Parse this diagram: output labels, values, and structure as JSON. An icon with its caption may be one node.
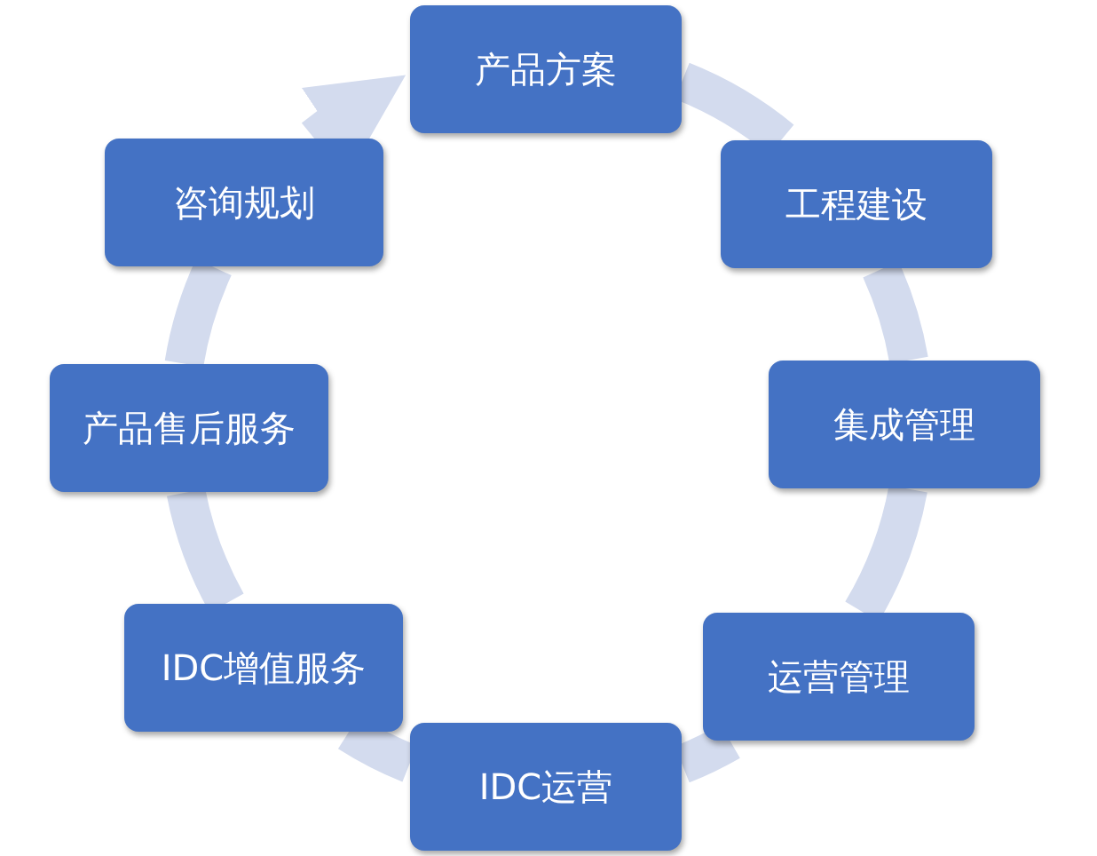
{
  "diagram": {
    "nodes": [
      {
        "text": [
          "产品方案"
        ]
      },
      {
        "text": [
          "工程建设"
        ]
      },
      {
        "text": [
          "集成管理"
        ]
      },
      {
        "text": [
          "运营管理"
        ]
      },
      {
        "text": [
          "IDC运营"
        ]
      },
      {
        "text": [
          "IDC增值服务"
        ]
      },
      {
        "text": [
          "产品售后服务"
        ]
      },
      {
        "text": [
          "咨询规划"
        ]
      }
    ],
    "edges": [
      {
        "from": 0,
        "to": 1,
        "arrow": "none"
      },
      {
        "from": 1,
        "to": 2,
        "arrow": "none"
      },
      {
        "from": 2,
        "to": 3,
        "arrow": "none"
      },
      {
        "from": 3,
        "to": 4,
        "arrow": "none"
      },
      {
        "from": 4,
        "to": 5,
        "arrow": "none"
      },
      {
        "from": 5,
        "to": 6,
        "arrow": "none"
      },
      {
        "from": 6,
        "to": 7,
        "arrow": "none"
      },
      {
        "from": 7,
        "to": 0,
        "arrow": "to"
      }
    ]
  }
}
